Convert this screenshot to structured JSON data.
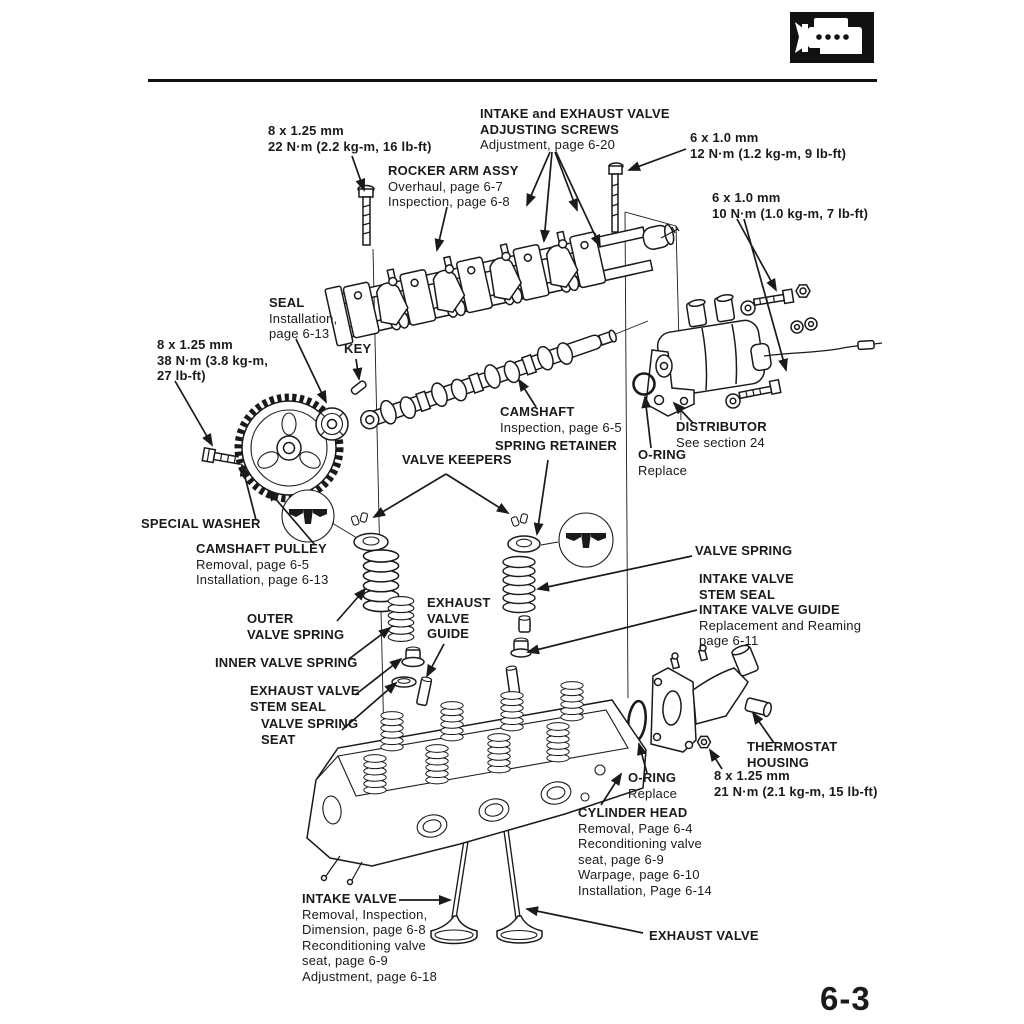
{
  "page": {
    "number": "6-3"
  },
  "header": {
    "icon": "engine-icon"
  },
  "colors": {
    "ink": "#1a1a1a",
    "paper": "#ffffff"
  },
  "callouts": {
    "screw_8x125_22": {
      "name": "8 x 1.25 mm",
      "spec": "22 N·m (2.2 kg-m, 16 lb-ft)"
    },
    "adjusting_screws": {
      "name1": "INTAKE and EXHAUST VALVE",
      "name2": "ADJUSTING SCREWS",
      "ref1": "Adjustment, page 6-20"
    },
    "screw_6x10_12": {
      "name": "6 x 1.0 mm",
      "spec": "12 N·m (1.2 kg-m, 9 lb-ft)"
    },
    "screw_6x10_10": {
      "name": "6 x 1.0 mm",
      "spec": "10 N·m (1.0 kg-m, 7 lb-ft)"
    },
    "rocker_arm": {
      "name": "ROCKER ARM ASSY",
      "ref1": "Overhaul, page 6-7",
      "ref2": "Inspection, page 6-8"
    },
    "seal": {
      "name": "SEAL",
      "ref1": "Installation,",
      "ref2": "page 6-13"
    },
    "key": {
      "name": "KEY"
    },
    "screw_8x125_38": {
      "name": "8 x 1.25 mm",
      "spec1": "38 N·m (3.8 kg-m,",
      "spec2": "27 lb-ft)"
    },
    "camshaft": {
      "name": "CAMSHAFT",
      "ref1": "Inspection, page 6-5"
    },
    "distributor": {
      "name": "DISTRIBUTOR",
      "ref1": "See section 24"
    },
    "spring_retainer": {
      "name": "SPRING RETAINER"
    },
    "o_ring_top": {
      "name": "O-RING",
      "ref1": "Replace"
    },
    "valve_keepers": {
      "name": "VALVE KEEPERS"
    },
    "special_washer": {
      "name": "SPECIAL WASHER"
    },
    "camshaft_pulley": {
      "name": "CAMSHAFT PULLEY",
      "ref1": "Removal, page 6-5",
      "ref2": "Installation, page 6-13"
    },
    "valve_spring": {
      "name": "VALVE SPRING"
    },
    "intake_stem_seal": {
      "name1": "INTAKE VALVE",
      "name2": "STEM SEAL",
      "name3": "INTAKE VALVE GUIDE",
      "ref1": "Replacement and Reaming",
      "ref2": "page 6-11"
    },
    "outer_valve_spring": {
      "name1": "OUTER",
      "name2": "VALVE SPRING"
    },
    "exhaust_valve_guide": {
      "name1": "EXHAUST",
      "name2": "VALVE",
      "name3": "GUIDE"
    },
    "inner_valve_spring": {
      "name": "INNER VALVE SPRING"
    },
    "exhaust_stem_seal": {
      "name1": "EXHAUST VALVE",
      "name2": "STEM SEAL"
    },
    "valve_spring_seat": {
      "name1": "VALVE SPRING",
      "name2": "SEAT"
    },
    "thermostat": {
      "name1": "THERMOSTAT",
      "name2": "HOUSING"
    },
    "screw_8x125_21": {
      "name": "8 x 1.25 mm",
      "spec": "21 N·m (2.1 kg-m, 15 lb-ft)"
    },
    "o_ring_bottom": {
      "name": "O-RING",
      "ref1": "Replace"
    },
    "cylinder_head": {
      "name": "CYLINDER HEAD",
      "ref1": "Removal, Page 6-4",
      "ref2": "Reconditioning valve",
      "ref3": "seat, page 6-9",
      "ref4": "Warpage, page 6-10",
      "ref5": "Installation, Page 6-14"
    },
    "intake_valve": {
      "name": "INTAKE VALVE",
      "ref1": "Removal, Inspection,",
      "ref2": "Dimension, page 6-8",
      "ref3": "Reconditioning valve",
      "ref4": "seat, page 6-9",
      "ref5": "Adjustment, page 6-18"
    },
    "exhaust_valve": {
      "name": "EXHAUST VALVE"
    }
  }
}
